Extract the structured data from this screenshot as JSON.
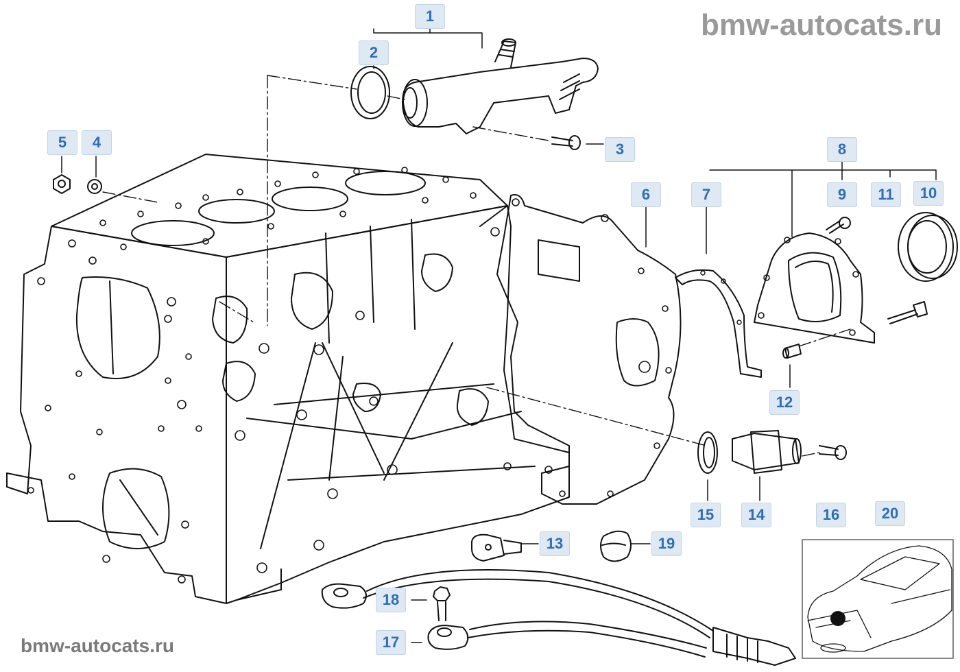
{
  "watermark": {
    "top": "bmw-autocats.ru",
    "bottom": "bmw-autocats.ru"
  },
  "callouts": {
    "c1": "1",
    "c2": "2",
    "c3": "3",
    "c4": "4",
    "c5": "5",
    "c6": "6",
    "c7": "7",
    "c8": "8",
    "c9": "9",
    "c10": "10",
    "c11": "11",
    "c12": "12",
    "c13": "13",
    "c14": "14",
    "c15": "15",
    "c16": "16",
    "c17": "17",
    "c18": "18",
    "c19": "19",
    "c20": "20"
  },
  "colors": {
    "label_text": "#2f6db4",
    "label_bg": "#dfe9f4",
    "line": "#111111",
    "watermark": "#9a9a9a"
  }
}
